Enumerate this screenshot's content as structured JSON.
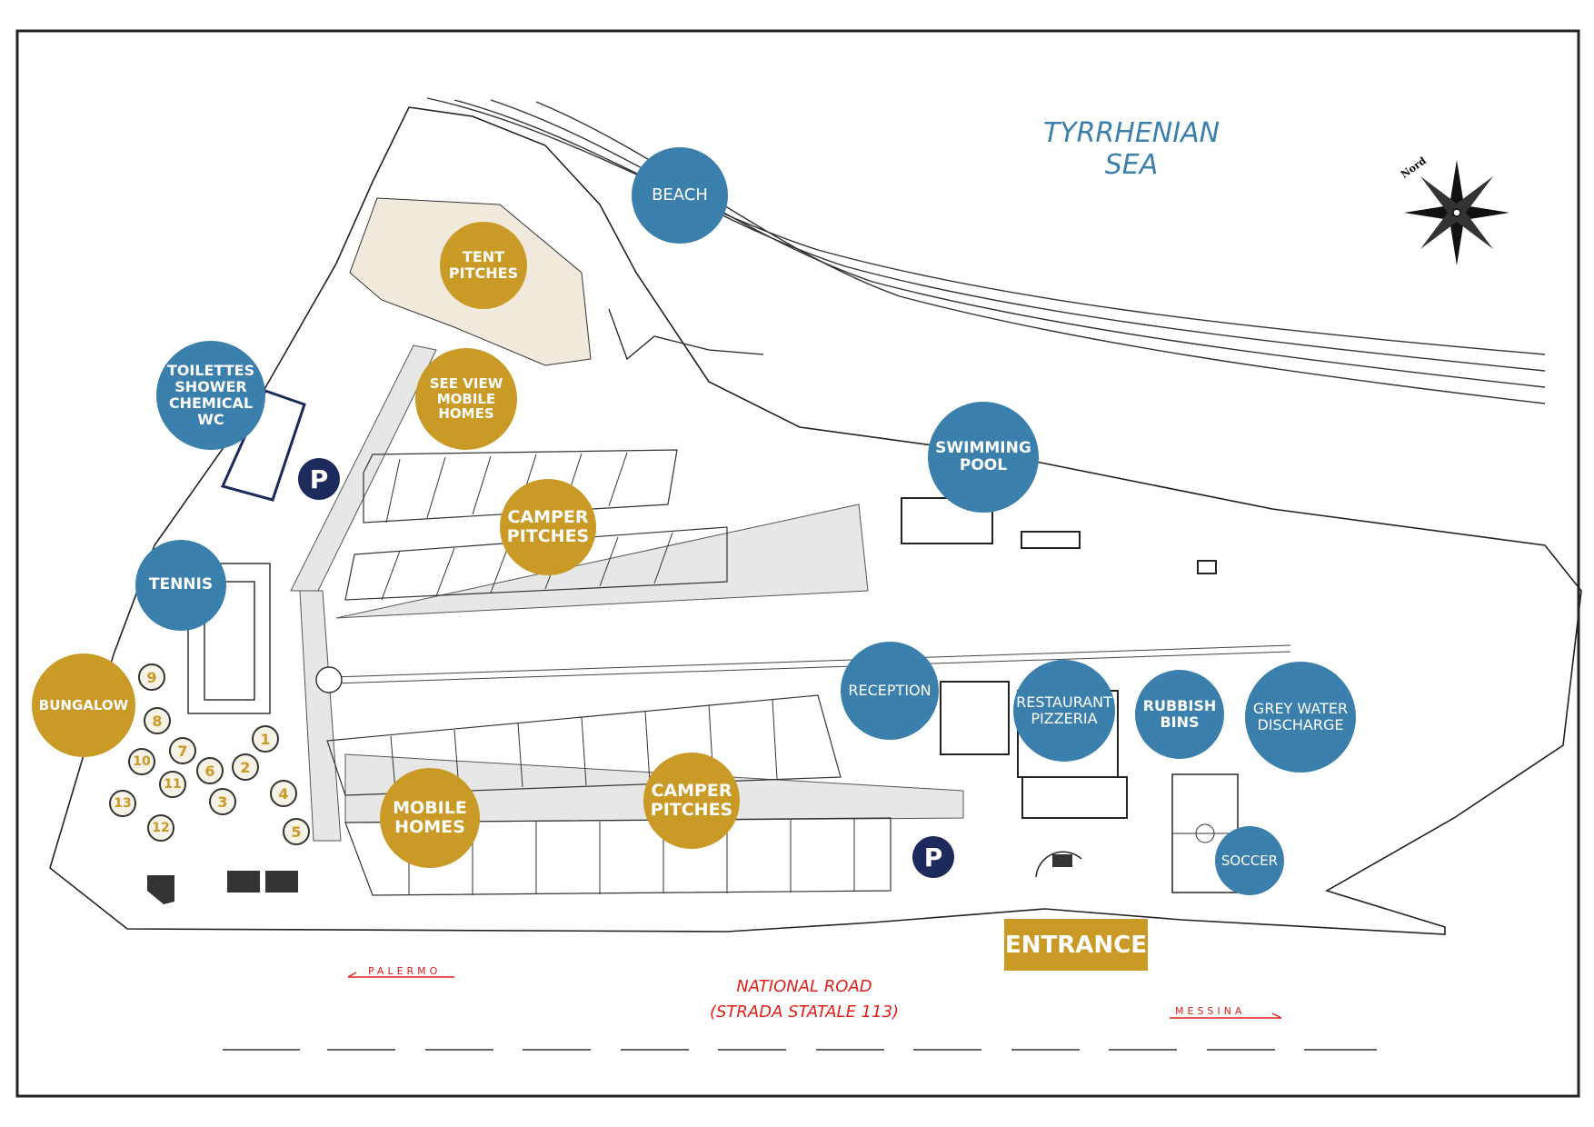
{
  "sea_label": "TYRRHENIAN\nSEA",
  "compass_label": "Nord",
  "facilities": {
    "beach": "BEACH",
    "tent_pitches": "TENT\nPITCHES",
    "toilettes": "TOILETTES\nSHOWER\nCHEMICAL\nWC",
    "see_view": "SEE VIEW\nMOBILE\nHOMES",
    "swimming_pool": "SWIMMING\nPOOL",
    "camper_pitches_top": "CAMPER\nPITCHES",
    "tennis": "TENNIS",
    "bungalow": "BUNGALOW",
    "reception": "RECEPTION",
    "restaurant": "RESTAURANT\nPIZZERIA",
    "rubbish_bins": "RUBBISH\nBINS",
    "grey_water": "GREY WATER\nDISCHARGE",
    "mobile_homes": "MOBILE\nHOMES",
    "camper_pitches_bottom": "CAMPER\nPITCHES",
    "soccer": "SOCCER"
  },
  "parking_label": "P",
  "bungalow_numbers": [
    "1",
    "2",
    "3",
    "4",
    "5",
    "6",
    "7",
    "8",
    "9",
    "10",
    "11",
    "12",
    "13"
  ],
  "entrance_label": "ENTRANCE",
  "road": {
    "name": "NATIONAL ROAD\n(STRADA STATALE 113)",
    "west": "PALERMO",
    "east": "MESSINA"
  },
  "colors": {
    "facility_blue": "#3b7fad",
    "accommodation_gold": "#c99a26",
    "parking_navy": "#1d2a5c",
    "road_red": "#e0201b"
  }
}
